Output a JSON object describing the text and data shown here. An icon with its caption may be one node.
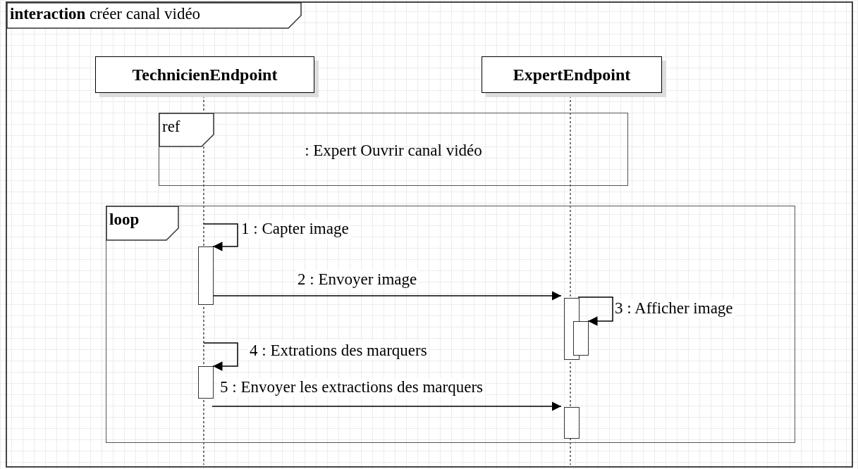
{
  "diagram": {
    "nodes": [
      {
        "text": [
          "**interaction** créer canal vidéo"
        ]
      },
      {
        "text": [
          "TechnicienEndpoint"
        ],
        "in": 0
      },
      {
        "text": [
          "ExpertEndpoint"
        ],
        "in": 0
      },
      {
        "text": [
          "ref",
          ": Expert Ouvrir canal vidéo"
        ],
        "in": 0
      },
      {
        "text": [
          "loop"
        ],
        "in": 0
      },
      {
        "text": [],
        "shape": "bar",
        "in": 4
      },
      {
        "text": [],
        "shape": "bar",
        "in": 4
      },
      {
        "text": [],
        "shape": "bar",
        "in": 4
      },
      {
        "text": [],
        "shape": "bar",
        "in": 4
      },
      {
        "text": [],
        "shape": "bar",
        "in": 4
      }
    ],
    "edges": [
      {
        "from": null,
        "to": 5,
        "arrow": "to",
        "label": "1 : Capter image"
      },
      {
        "from": 5,
        "to": 6,
        "arrow": "to",
        "label": "2 : Envoyer image"
      },
      {
        "from": 6,
        "to": 7,
        "arrow": "to",
        "label": "3 : Afficher image"
      },
      {
        "from": null,
        "to": 8,
        "arrow": "to",
        "label": "4 : Extrations des marquers"
      },
      {
        "from": 8,
        "to": 9,
        "arrow": "to",
        "label": "5 : Envoyer les extractions des marquers"
      }
    ]
  }
}
